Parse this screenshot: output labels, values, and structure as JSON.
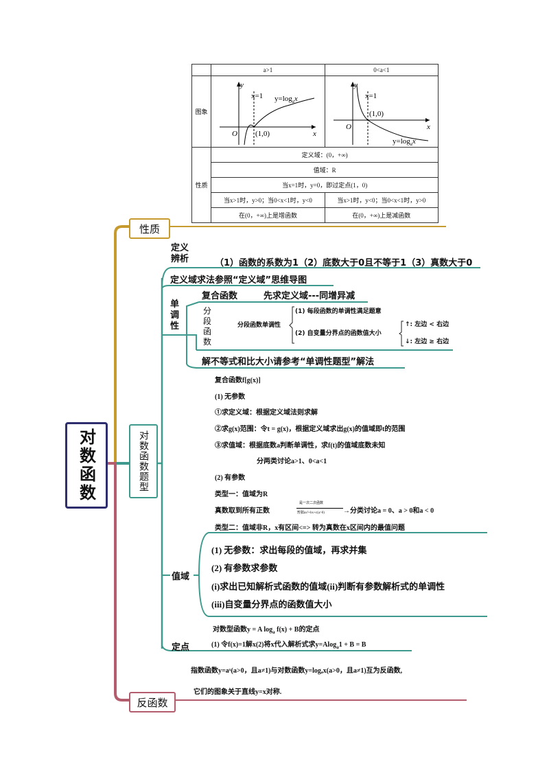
{
  "root": {
    "label": "对数函数"
  },
  "branches": {
    "xingzhi": "性质",
    "tixing": "对数函数题型",
    "fanhanshu": "反函数"
  },
  "props_table": {
    "col_a_gt_1": "a>1",
    "col_0_a_1": "0<a<1",
    "row_graph": "图象",
    "row_props": "性质",
    "domain": "定义域：(0，+∞)",
    "range": "值域：R",
    "fixed_point": "当x=1时，y=0，即过定点(1，0)",
    "sign_gt1": "当x>1时，y>0；当0<x<1时，y<0",
    "sign_lt1": "当x>1时，y<0；当0<x<1时，y>0",
    "mono_gt1": "在(0，+∞)上是增函数",
    "mono_lt1": "在(0，+∞)上是减函数",
    "graph1": {
      "x1": "x=1",
      "fn": "y=log",
      "sub": "a",
      "fx": "x",
      "pt": "(1,0)",
      "o": "O",
      "ax": "x",
      "ay": "y"
    },
    "graph2": {
      "x1": "x=1",
      "fn": "y=log",
      "sub": "a",
      "fx": "x",
      "pt": "(1,0)",
      "o": "O",
      "ax": "x",
      "ay": "y"
    }
  },
  "definition": {
    "label": "定义辨析",
    "text": "（1）函数的系数为1（2）底数大于0且不等于1（3）真数大于0"
  },
  "domain_note": "定义域求法参照“定义域”思维导图",
  "monotonic": {
    "label": "单调性",
    "composite": "复合函数",
    "composite_rule": "先求定义域---同增异减",
    "piecewise_label": "分段函数",
    "piecewise_mono": "分段函数单调性",
    "cond1": "(1) 每段函数的单调性满足题意",
    "cond2": "(2) 自变量分界点的函数值大小",
    "up": "↑: 左边 < 右边",
    "down": "↓: 左边 ≥ 右边",
    "ineq": "解不等式和比大小请参考“单调性题型”解法"
  },
  "range_section": {
    "label": "值域",
    "notes": [
      "复合函数f[g(x)]",
      "(1) 无参数",
      "①求定义域：根据定义域法则求解",
      "②求g(x)范围：令t = g(x)，根据定义域求出g(x)的值域即t的范围",
      "③求值域：根据底数a判断单调性，求f(t)的值域底数未知",
      "分两类讨论a>1、0<a<1",
      "(2) 有参数",
      "类型一：值域为R",
      "真数取到所有正数",
      "→分类讨论a = 0、a > 0和a < 0",
      "类型二：值域非R，x有区间<=> 转为真数在x区间内的最值问题"
    ],
    "arrow_top": "是一次二次函数",
    "arrow_bottom": "形如ax²+bx+c(a>0)",
    "box": [
      "(1) 无参数：求出每段的值域，再求并集",
      "(2) 有参数求参数",
      "(i)求出已知解析式函数的值域(ii)判断有参数解析式的单调性",
      "(iii)自变量分界点的函数值大小"
    ]
  },
  "fixed": {
    "label": "定点",
    "line1": "对数型函数y = A log",
    "line1_sub": "a",
    "line1_end": " f(x) + B的定点",
    "line2": "(1) 令f(x)=1解x(2)将x代入解析式求y=Alog",
    "line2_sub": "a",
    "line2_end": "1 + B = B"
  },
  "inverse": {
    "line1": "指数函数y=aˣ(a>0，且a≠1)与对数函数y=logₐx(a>0，且a≠1)互为反函数,",
    "line2": "它们的图象关于直线y=x对称."
  },
  "colors": {
    "navy": "#2e2e6e",
    "gold": "#c79a2e",
    "teal": "#3d9a8c",
    "rose": "#b35c6e"
  }
}
